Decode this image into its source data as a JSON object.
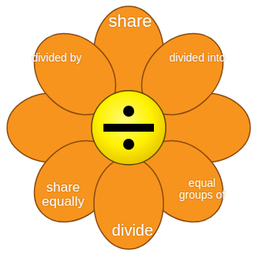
{
  "diagram": {
    "nodes": [
      {
        "text": [
          "share"
        ]
      },
      {
        "text": [
          "divided by"
        ]
      },
      {
        "text": [
          "divided into"
        ]
      },
      {
        "text": [
          "share equally"
        ]
      },
      {
        "text": [
          "equal groups of"
        ]
      },
      {
        "text": [
          "divide"
        ]
      }
    ]
  }
}
